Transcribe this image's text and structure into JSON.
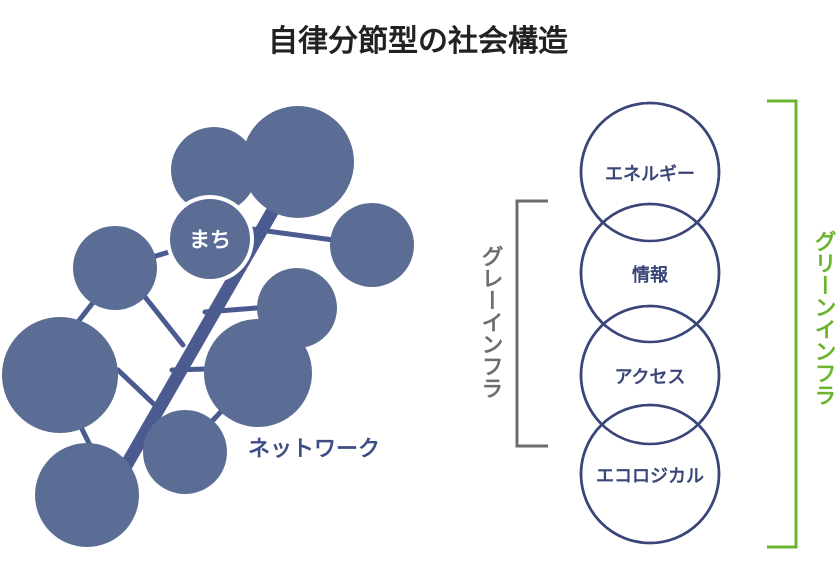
{
  "title": "自律分節型の社会構造",
  "network": {
    "town_label": "まち",
    "network_label": "ネットワーク"
  },
  "layers": {
    "items": [
      "エネルギー",
      "情報",
      "アクセス",
      "エコロジカル"
    ],
    "gray_bracket_label": "グレーインフラ",
    "green_bracket_label": "グリーンインフラ"
  },
  "colors": {
    "node": "#5b6d95",
    "edge": "#4b5a8f",
    "ring_stroke": "#3a4678",
    "gray_bracket": "#6d6d6d",
    "green_bracket": "#6bb42f",
    "title": "#222222"
  }
}
